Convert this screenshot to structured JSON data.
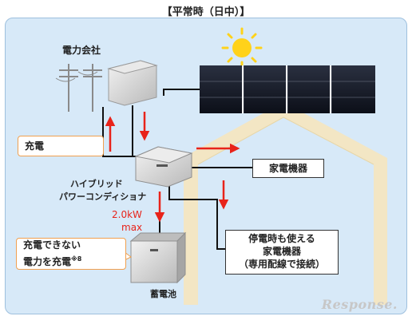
{
  "title": "【平常時（日中）】",
  "labels": {
    "power_company": "電力会社",
    "charge": "充電",
    "hybrid_pcs_line1": "ハイブリッド",
    "hybrid_pcs_line2": "パワーコンディショナ",
    "power_rating": "2.0kW",
    "power_max": "max",
    "home_appliances": "家電機器",
    "outage_line1": "停電時も使える",
    "outage_line2": "家電機器",
    "outage_line3": "（専用配線で接続）",
    "uncharged_line1": "充電できない",
    "uncharged_line2": "電力を充電",
    "uncharged_note": "※8",
    "battery": "蓄電池"
  },
  "watermark": "Response.",
  "colors": {
    "panel_bg": "#d7e9f8",
    "house": "#f3e6c4",
    "arrow": "#e8231a",
    "sun": "#ffd21a",
    "callout_border": "#f0a050"
  },
  "icons": [
    "sun-icon",
    "utility-pole-icon",
    "solar-panel-icon",
    "inverter-icon",
    "battery-icon",
    "meter-box-icon"
  ]
}
